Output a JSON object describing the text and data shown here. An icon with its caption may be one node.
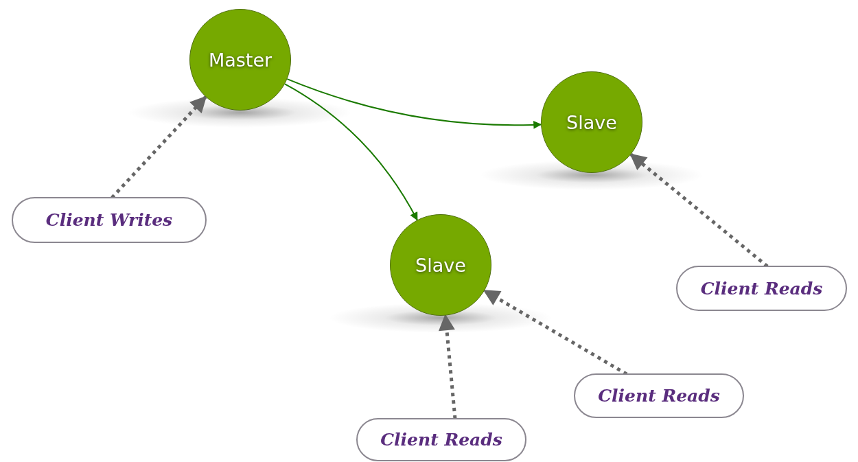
{
  "diagram": {
    "nodes": [
      {
        "text": [
          "Master"
        ]
      },
      {
        "text": [
          "Slave"
        ]
      },
      {
        "text": [
          "Slave"
        ]
      },
      {
        "text": [
          "Client Writes"
        ]
      },
      {
        "text": [
          "Client Reads"
        ]
      },
      {
        "text": [
          "Client Reads"
        ]
      },
      {
        "text": [
          "Client Reads"
        ]
      }
    ],
    "edges": [
      {
        "from": 0,
        "to": 1,
        "arrow": "to",
        "color": "#1a7a00"
      },
      {
        "from": 0,
        "to": 2,
        "arrow": "to",
        "color": "#1a7a00"
      },
      {
        "from": 3,
        "to": 0,
        "arrow": "to",
        "style": "dashed"
      },
      {
        "from": 4,
        "to": 1,
        "arrow": "to",
        "style": "dashed"
      },
      {
        "from": 5,
        "to": 2,
        "arrow": "to",
        "style": "dashed"
      },
      {
        "from": 6,
        "to": 2,
        "arrow": "to",
        "style": "dashed"
      }
    ]
  }
}
